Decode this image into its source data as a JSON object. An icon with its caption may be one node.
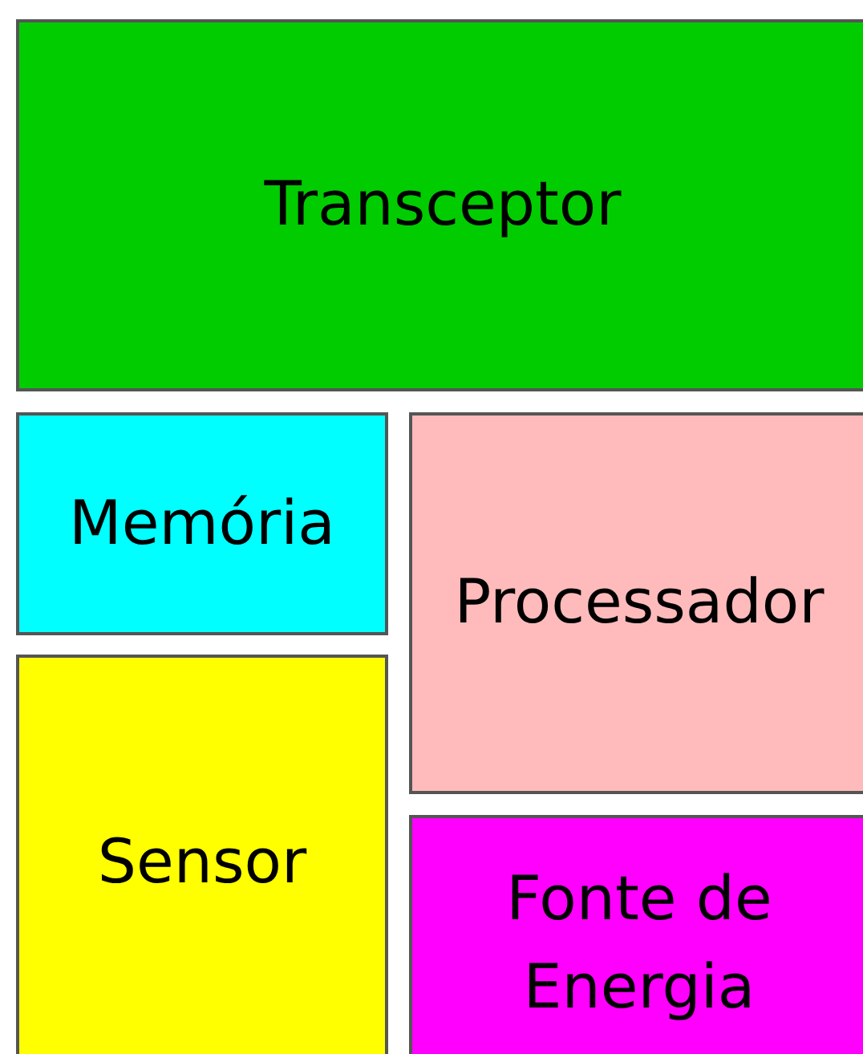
{
  "diagram": {
    "nodes": [
      {
        "text": [
          "Transceptor"
        ]
      },
      {
        "text": [
          "Memória"
        ]
      },
      {
        "text": [
          "Processador"
        ]
      },
      {
        "text": [
          "Sensor"
        ]
      },
      {
        "text": [
          "Fonte de Energia"
        ]
      }
    ]
  }
}
